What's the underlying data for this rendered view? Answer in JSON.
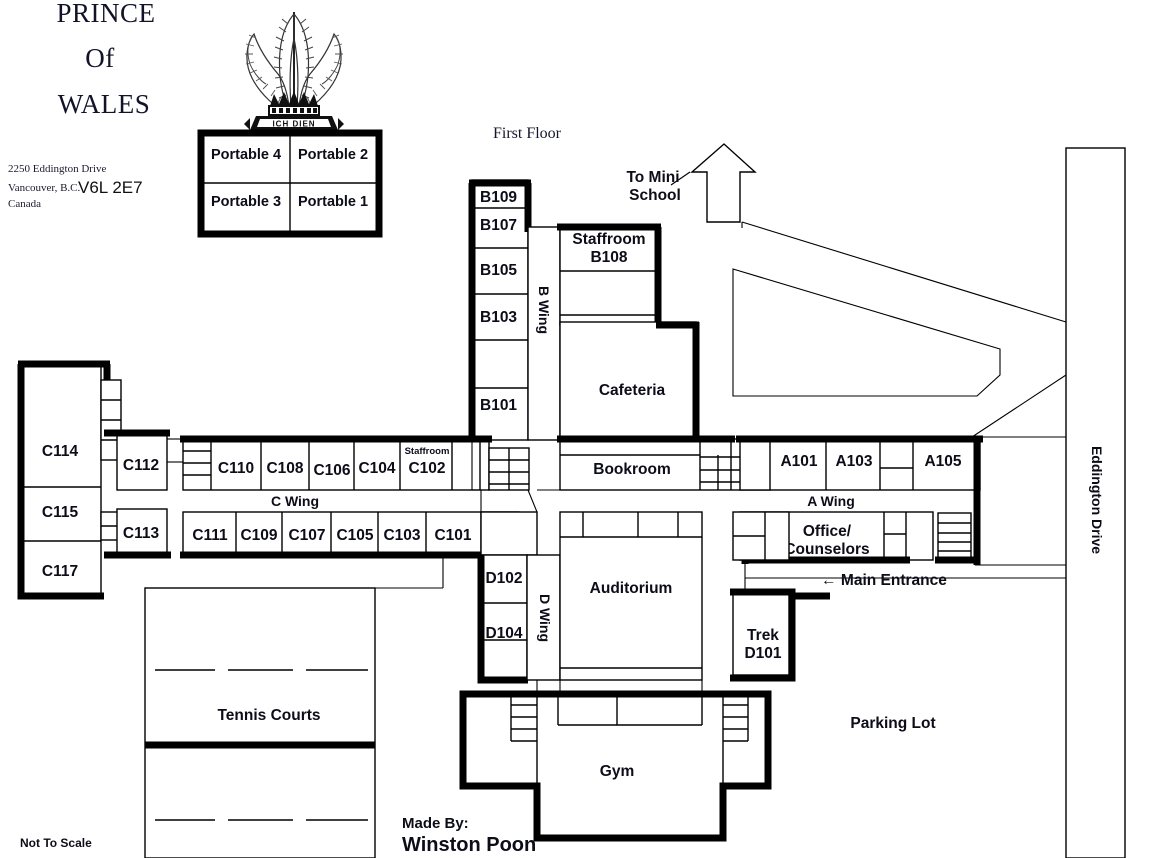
{
  "header": {
    "school_name_lines": [
      "PRINCE",
      "Of",
      "WALES"
    ],
    "crest_motto": "ICH DIEN",
    "crest_name": "prince-of-wales-feathers-crest",
    "address": {
      "line1": "2250 Eddington Drive",
      "line2_city": "Vancouver, B.C.",
      "line2_postal": "V6L 2E7",
      "line3": "Canada"
    },
    "floor_label": "First Floor"
  },
  "portables": {
    "cells": [
      [
        "Portable 4",
        "Portable 2"
      ],
      [
        "Portable 3",
        "Portable 1"
      ]
    ]
  },
  "labels": {
    "to_mini_school": "To Mini School",
    "to_mini_school_lines": [
      "To Mini",
      "School"
    ],
    "main_entrance": "← Main Entrance",
    "parking_lot": "Parking Lot",
    "tennis_courts": "Tennis Courts",
    "eddington_drive": "Eddington Drive",
    "not_to_scale": "Not To Scale",
    "made_by_label": "Made By:",
    "made_by_name": "Winston Poon"
  },
  "wings": {
    "a": "A Wing",
    "b": "B Wing",
    "c": "C Wing",
    "d": "D Wing"
  },
  "rooms": {
    "b_wing": [
      "B109",
      "B107",
      "B105",
      "B103",
      "B101"
    ],
    "b_staffroom_name": "Staffroom",
    "b_staffroom_num": "B108",
    "cafeteria": "Cafeteria",
    "bookroom": "Bookroom",
    "c_left": [
      "C114",
      "C115",
      "C117"
    ],
    "c_mid": [
      "C112",
      "C113"
    ],
    "c_top_row": [
      "C110",
      "C108",
      "C106",
      "C104",
      "C102"
    ],
    "c_102_staffroom": "Staffroom",
    "c_bottom_row": [
      "C111",
      "C109",
      "C107",
      "C105",
      "C103",
      "C101"
    ],
    "a_wing": [
      "A101",
      "A103",
      "A105"
    ],
    "office": "Office/ Counselors",
    "office_lines": [
      "Office/",
      "Counselors"
    ],
    "d_wing": [
      "D102",
      "D104"
    ],
    "trek_lines": [
      "Trek",
      "D101"
    ],
    "auditorium": "Auditorium",
    "gym": "Gym"
  },
  "colors": {
    "wall_heavy": "#000000",
    "wall_light": "#000000",
    "text": "#0d0d1a",
    "background": "#ffffff"
  }
}
